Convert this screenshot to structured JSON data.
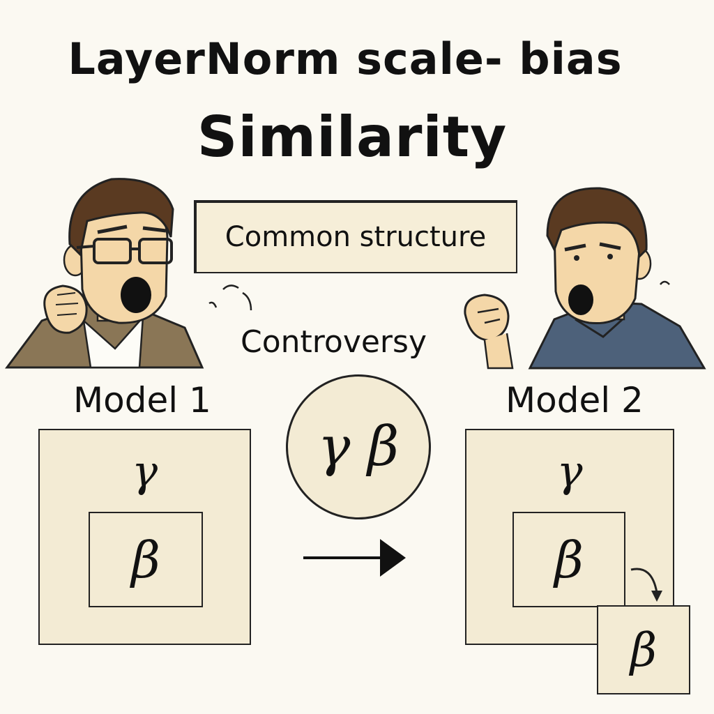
{
  "title": {
    "line1": "LayerNorm scale- bias",
    "line2": "Similarity"
  },
  "callout": "Common structure",
  "controversy": "Controversy",
  "models": {
    "model1": {
      "label": "Model 1",
      "outer_symbol": "γ",
      "inner_symbol": "β"
    },
    "model2": {
      "label": "Model 2",
      "outer_symbol": "γ",
      "inner_symbol": "β",
      "moved_symbol": "β"
    }
  },
  "circle_symbols": "γ β",
  "colors": {
    "background": "#fbf9f2",
    "box_fill": "#f3ebd4",
    "left_jacket": "#8a7656",
    "right_shirt": "#4d617a",
    "skin": "#f4d7a8",
    "hair": "#5a3a21"
  }
}
